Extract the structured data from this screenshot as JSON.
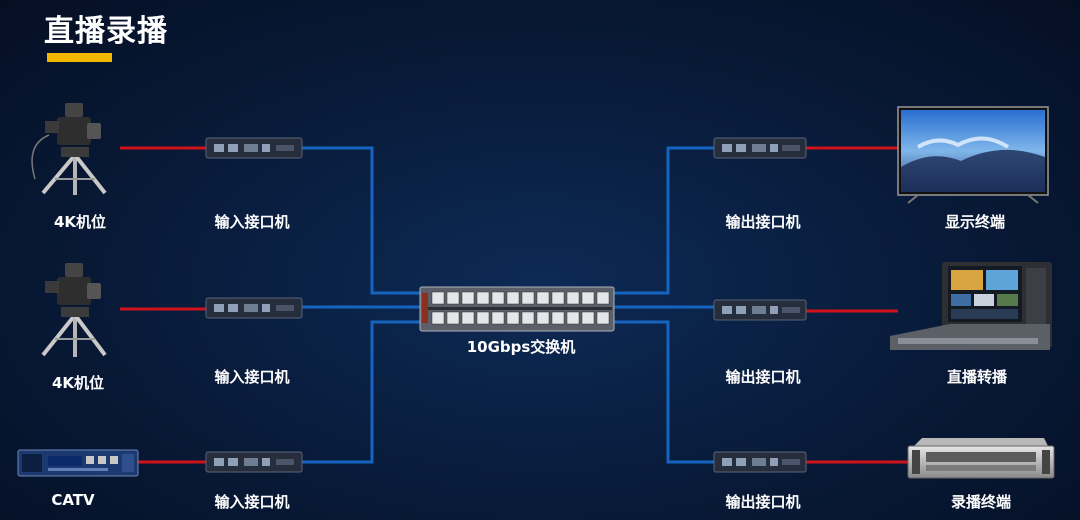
{
  "title": "直播录播",
  "colors": {
    "background": "#081a38",
    "accent_bar": "#f5b800",
    "link_blue": "#1565c0",
    "link_red": "#d0121b"
  },
  "sources": [
    {
      "label": "4K机位",
      "icon": "camera-icon"
    },
    {
      "label": "4K机位",
      "icon": "camera-icon"
    },
    {
      "label": "CATV",
      "icon": "catv-receiver-icon"
    }
  ],
  "input_interfaces": [
    {
      "label": "输入接口机"
    },
    {
      "label": "输入接口机"
    },
    {
      "label": "输入接口机"
    }
  ],
  "switch": {
    "label": "10Gbps交换机",
    "icon": "network-switch-icon"
  },
  "output_interfaces": [
    {
      "label": "输出接口机"
    },
    {
      "label": "输出接口机"
    },
    {
      "label": "输出接口机"
    }
  ],
  "destinations": [
    {
      "label": "显示终端",
      "icon": "display-monitor-icon"
    },
    {
      "label": "直播转播",
      "icon": "broadcast-console-icon"
    },
    {
      "label": "录播终端",
      "icon": "recorder-rack-icon"
    }
  ]
}
